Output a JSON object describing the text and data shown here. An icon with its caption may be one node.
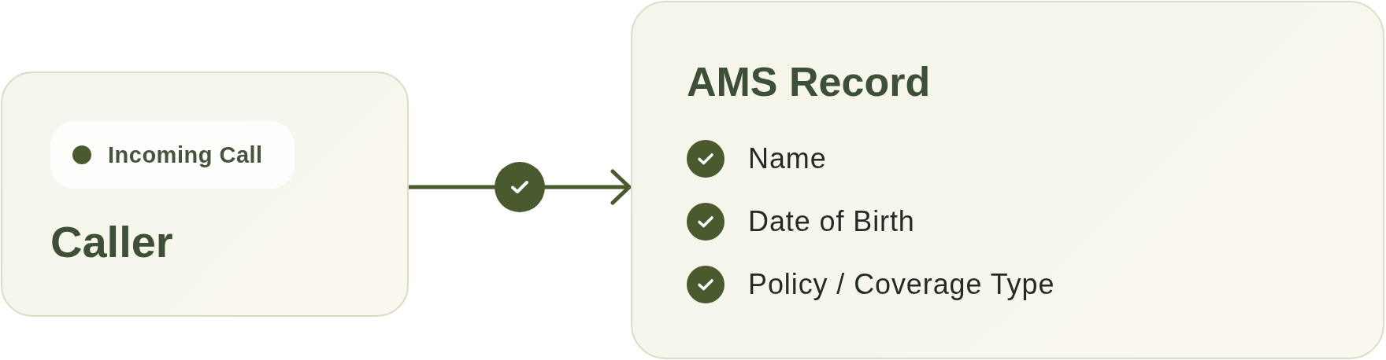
{
  "diagram": {
    "nodes": [
      {
        "text": [
          "Caller"
        ]
      },
      {
        "text": [
          "Incoming Call"
        ],
        "in": 0
      },
      {
        "text": [],
        "shape": "circle"
      },
      {
        "text": [
          "AMS Record",
          "Name",
          "Date of Birth",
          "Policy / Coverage Type"
        ]
      }
    ],
    "edges": [
      {
        "from": 0,
        "to": 2,
        "arrow": "none"
      },
      {
        "from": 2,
        "to": 3,
        "arrow": "to"
      }
    ]
  }
}
